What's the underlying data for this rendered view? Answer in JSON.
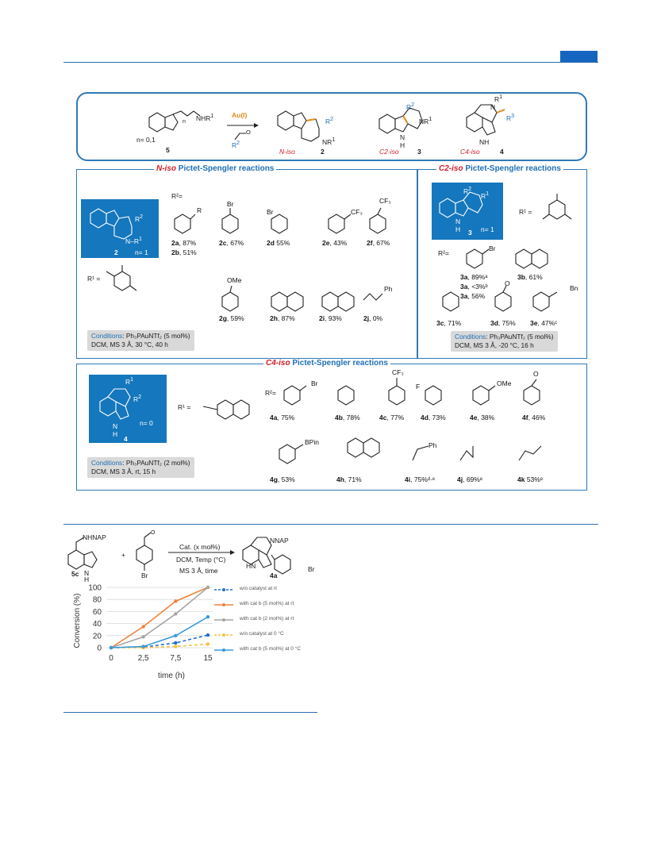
{
  "header": {
    "accent_color": "#1565c0"
  },
  "scheme_top": {
    "sm_label": "NHR",
    "sm_sup": "1",
    "sm_n": "n",
    "n_text": "n= 0,1",
    "sm_num": "5",
    "catalyst": "Au(I)",
    "aldehyde_r": "R",
    "aldehyde_sup": "2",
    "aldehyde_o": "O",
    "p2_label": "N-iso",
    "p2_num": "2",
    "p3_label": "C2-iso",
    "p3_num": "3",
    "p4_label": "C4-iso",
    "p4_num": "4"
  },
  "panel_n_iso": {
    "title_red": "N-iso",
    "title_blue": "Pictet-Spengler reactions",
    "r2_eq": "R²=",
    "r1_eq": "R¹ =",
    "box_num": "2",
    "box_n": "n= 1",
    "items": [
      {
        "id": "2a",
        "text": ", 87%"
      },
      {
        "id": "2b",
        "text": ", 51%"
      },
      {
        "id": "2c",
        "text": ", 67%"
      },
      {
        "id": "2d",
        "text": " 55%"
      },
      {
        "id": "2e",
        "text": ", 43%"
      },
      {
        "id": "2f",
        "text": ", 67%"
      },
      {
        "id": "2g",
        "text": ", 59%"
      },
      {
        "id": "2h",
        "text": ", 87%"
      },
      {
        "id": "2i",
        "text": ", 93%"
      },
      {
        "id": "2j",
        "text": ", 0%"
      }
    ],
    "subst": {
      "br": "Br",
      "br2": "Br",
      "cf3": "CF₃",
      "cf3b": "CF₃",
      "ome": "OMe",
      "ph": "Ph",
      "r": "R"
    },
    "conditions_label": "Conditions",
    "conditions_line1": ": Ph₃PAuNTf₂ (5 mol%)",
    "conditions_line2": "DCM, MS 3 Å, 30 °C, 40 h"
  },
  "panel_c2_iso": {
    "title_red": "C2-iso",
    "title_blue": "Pictet-Spengler reactions",
    "r1_eq": "R¹ =",
    "r2_eq": "R²=",
    "box_num": "3",
    "box_n": "n=  1",
    "items": [
      {
        "id": "3a",
        "text": ", 89%ᵃ"
      },
      {
        "id": "3a",
        "text": ", <3%ᵇ"
      },
      {
        "id": "3a",
        "text": ",  56%"
      },
      {
        "id": "3b",
        "text": ", 61%"
      },
      {
        "id": "3c",
        "text": ", 71%"
      },
      {
        "id": "3d",
        "text": ",  75%"
      },
      {
        "id": "3e",
        "text": ",  47%ᶜ"
      }
    ],
    "subst": {
      "br": "Br",
      "bn": "Bn",
      "o": "O"
    },
    "conditions_label": "Conditions",
    "conditions_line1": ": Ph₃PAuNTf₂ (5 mol%)",
    "conditions_line2": "DCM, MS 3 Å, -20 °C, 16 h"
  },
  "panel_c4_iso": {
    "title_red": "C4-iso",
    "title_blue": "Pictet-Spengler reactions",
    "r1_eq": "R¹ =",
    "r2_eq": "R²=",
    "box_num": "4",
    "box_n": "n= 0",
    "items": [
      {
        "id": "4a",
        "text": ", 75%"
      },
      {
        "id": "4b",
        "text": ", 78%"
      },
      {
        "id": "4c",
        "text": ", 77%"
      },
      {
        "id": "4d",
        "text": ", 73%"
      },
      {
        "id": "4e",
        "text": ", 38%"
      },
      {
        "id": "4f",
        "text": ", 46%"
      },
      {
        "id": "4g",
        "text": ", 53%"
      },
      {
        "id": "4h",
        "text": ", 71%"
      },
      {
        "id": "4i",
        "text": ", 75%ᵈ·ᵉ"
      },
      {
        "id": "4j",
        "text": ", 69%ᵉ"
      },
      {
        "id": "4k",
        "text": " 53%ᵉ"
      }
    ],
    "subst": {
      "br": "Br",
      "cf3": "CF₃",
      "f": "F",
      "ome": "OMe",
      "o": "O",
      "bpin": "BPin",
      "ph": "Ph"
    },
    "conditions_label": "Conditions",
    "conditions_line1": ": Ph₃PAuNTf₂ (2 mol%)",
    "conditions_line2": "DCM, MS 3 Å, rt, 15 h"
  },
  "figure2": {
    "sm_label": "NHNAP",
    "sm_num": "5c",
    "plus": "+",
    "br": "Br",
    "o": "O",
    "cond1": "Cat. (x mol%)",
    "cond2": "DCM, Temp (°C)",
    "cond3": "MS 3 Å, time",
    "prod_label": "NNAP",
    "prod_num": "4a",
    "hn": "HN",
    "nh": "N\nH"
  },
  "chart_data": {
    "type": "line",
    "xlabel": "time (h)",
    "ylabel": "Conversion (%)",
    "categories": [
      "0",
      "2,5",
      "7,5",
      "15"
    ],
    "yticks": [
      "0",
      "20",
      "40",
      "60",
      "80",
      "100"
    ],
    "ylim": [
      0,
      100
    ],
    "grid": true,
    "legend_position": "right",
    "series": [
      {
        "name": "w/o catalyst at rt",
        "color": "#1f6fc8",
        "dashed": true,
        "values": [
          0,
          1,
          8,
          21
        ]
      },
      {
        "name": "with cat b (5 mol%) at rt",
        "color": "#f0833a",
        "dashed": false,
        "values": [
          0,
          35,
          77,
          100
        ]
      },
      {
        "name": "with cat b (2 mol%) at rt",
        "color": "#a5a5a5",
        "dashed": false,
        "values": [
          0,
          18,
          56,
          100
        ]
      },
      {
        "name": "w/o catalyst at 0 °C",
        "color": "#f5c242",
        "dashed": true,
        "values": [
          0,
          0,
          2,
          6
        ]
      },
      {
        "name": "with cat b (5 mol%) at 0 °C",
        "color": "#3a9ad9",
        "dashed": false,
        "values": [
          0,
          2,
          20,
          51
        ]
      }
    ]
  }
}
